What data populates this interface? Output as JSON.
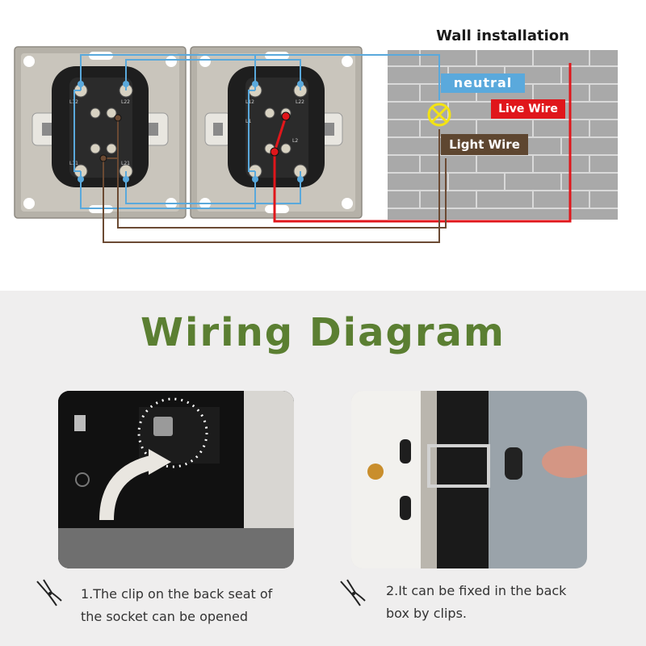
{
  "wall": {
    "title": "Wall installation",
    "neutral_label": "neutral",
    "live_label": "Live Wire",
    "light_label": "Light Wire"
  },
  "colors": {
    "neutral": "#5aa9dc",
    "live": "#e0161b",
    "light": "#6b4a33",
    "title_green": "#5b7f32",
    "lamp": "#f3e313"
  },
  "switch_terminal_labels": [
    "L12",
    "L22",
    "L1",
    "L2",
    "L11",
    "L21"
  ],
  "title": "Wiring Diagram",
  "steps": [
    {
      "line1": "1.The clip on the back seat of",
      "line2": "the socket can be opened",
      "icon": "pliers-icon"
    },
    {
      "line1": "2.It can be fixed in the back",
      "line2": "box by clips.",
      "icon": "pliers-icon"
    }
  ]
}
